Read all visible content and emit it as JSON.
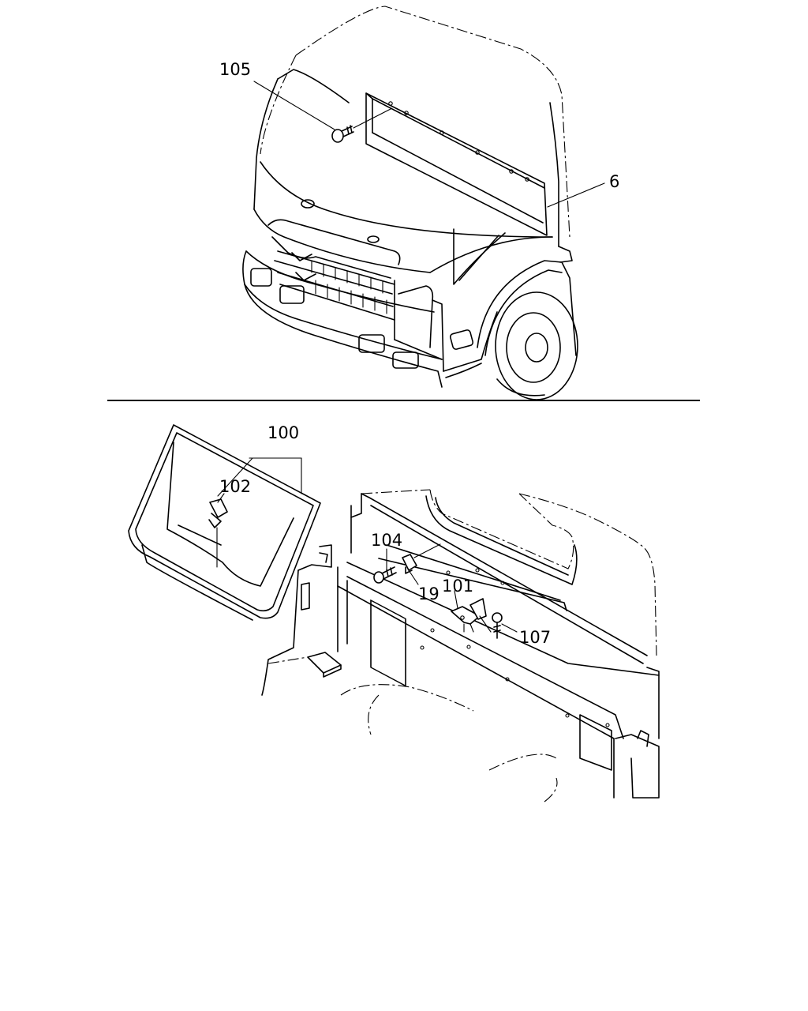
{
  "callouts": {
    "c105": "105",
    "c6": "6",
    "c100": "100",
    "c102": "102",
    "c104": "104",
    "c19": "19",
    "c101": "101",
    "c107": "107"
  }
}
